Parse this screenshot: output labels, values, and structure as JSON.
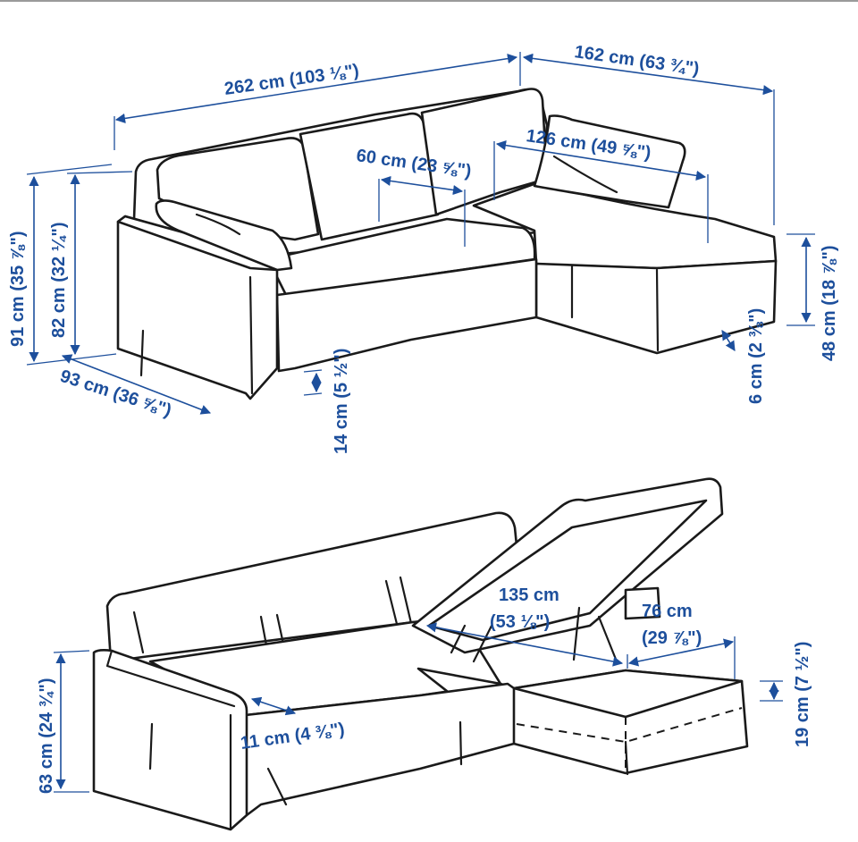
{
  "colors": {
    "dimension": "#1d4f9c",
    "outline": "#1a1a1a",
    "background": "#ffffff"
  },
  "top_view": {
    "total_width": "262 cm (103 ⅛\")",
    "chaise_depth": "162 cm (63 ¾\")",
    "chaise_length": "126 cm (49 ⅝\")",
    "seat_depth": "60 cm (23 ⅝\")",
    "total_height": "91 cm (35 ⅞\")",
    "back_height": "82 cm (32 ¼\")",
    "sofa_depth": "93 cm (36 ⅝\")",
    "leg_height": "14 cm (5 ½\")",
    "foot_clearance": "6 cm (2 ⅜\")",
    "seat_height": "48 cm (18 ⅞\")"
  },
  "bottom_view": {
    "storage_length_cm": "135 cm",
    "storage_length_in": "(53 ⅛\")",
    "storage_width_cm": "76 cm",
    "storage_width_in": "(29 ⅞\")",
    "storage_depth": "19 cm (7 ½\")",
    "arm_width": "11 cm (4 ⅜\")",
    "arm_height": "63 cm (24 ¾\")"
  }
}
